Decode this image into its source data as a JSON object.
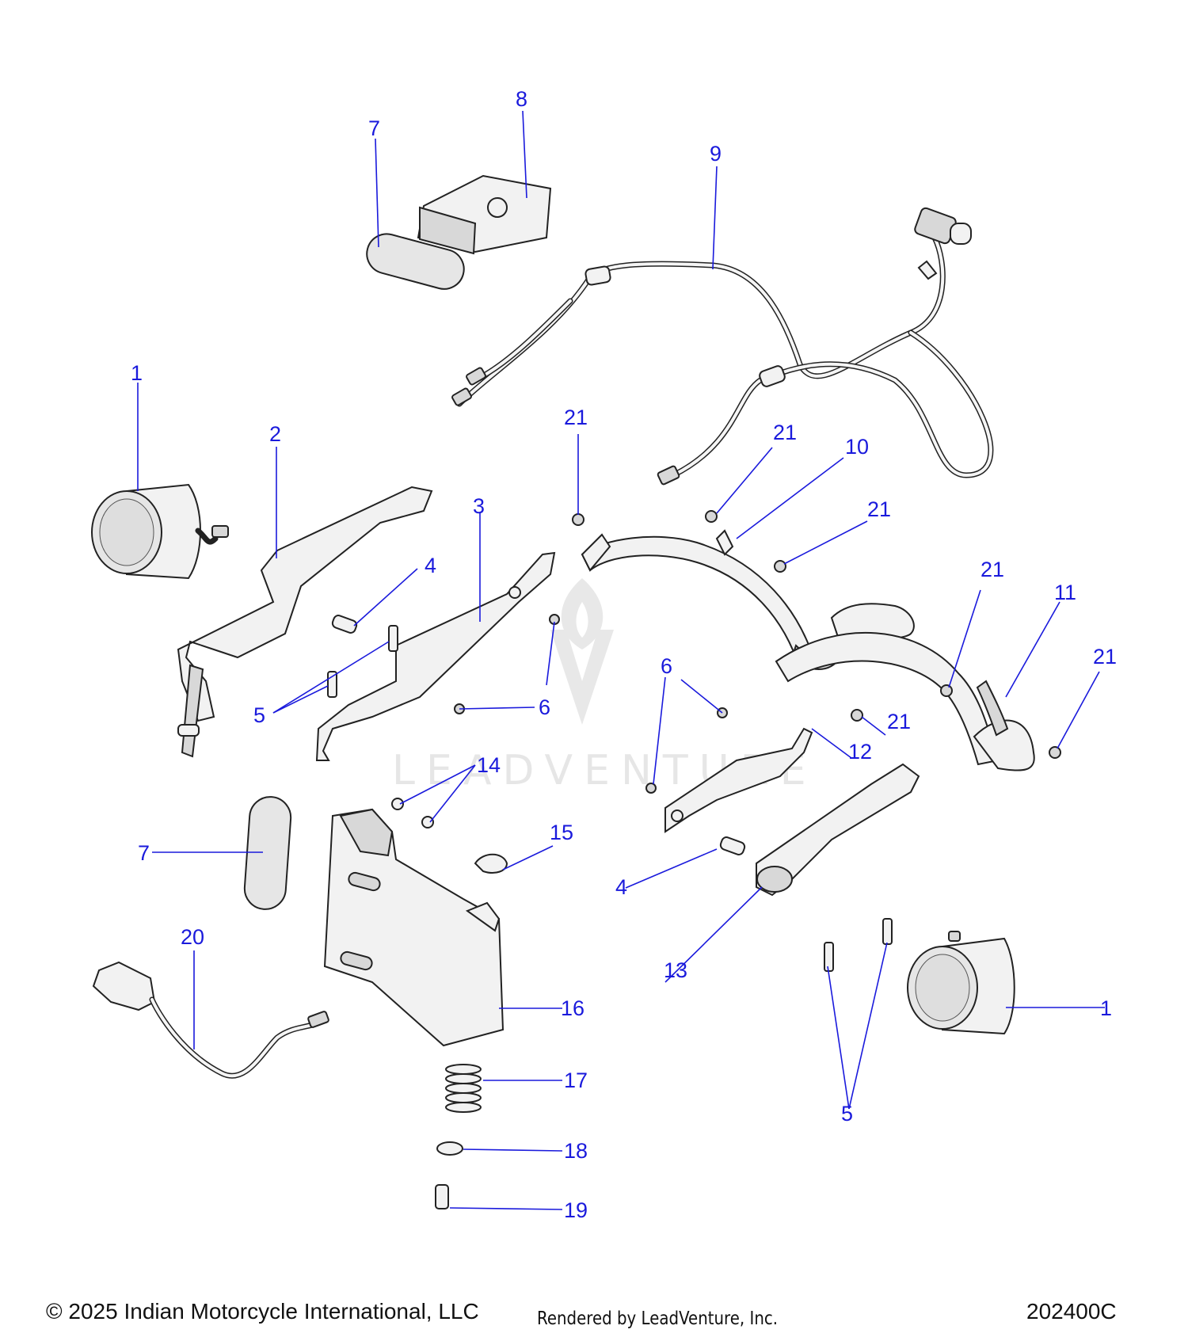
{
  "footer": {
    "copyright": "© 2025 Indian Motorcycle International, LLC",
    "rendered_by": "Rendered by LeadVenture, Inc.",
    "diagram_code": "202400C"
  },
  "watermark": {
    "text": "LEADVENTURE"
  },
  "callouts": {
    "c1a": "1",
    "c1b": "1",
    "c2": "2",
    "c3": "3",
    "c4a": "4",
    "c4b": "4",
    "c5a": "5",
    "c5b": "5",
    "c6a": "6",
    "c6b": "6",
    "c7a": "7",
    "c7b": "7",
    "c8": "8",
    "c9": "9",
    "c10": "10",
    "c11": "11",
    "c12": "12",
    "c13": "13",
    "c14": "14",
    "c15": "15",
    "c16": "16",
    "c17": "17",
    "c18": "18",
    "c19": "19",
    "c20": "20",
    "c21a": "21",
    "c21b": "21",
    "c21c": "21",
    "c21d": "21",
    "c21e": "21",
    "c21f": "21"
  },
  "colors": {
    "callout": "#1a1adc",
    "line_art": "#222222",
    "watermark": "#e6e6e6"
  }
}
